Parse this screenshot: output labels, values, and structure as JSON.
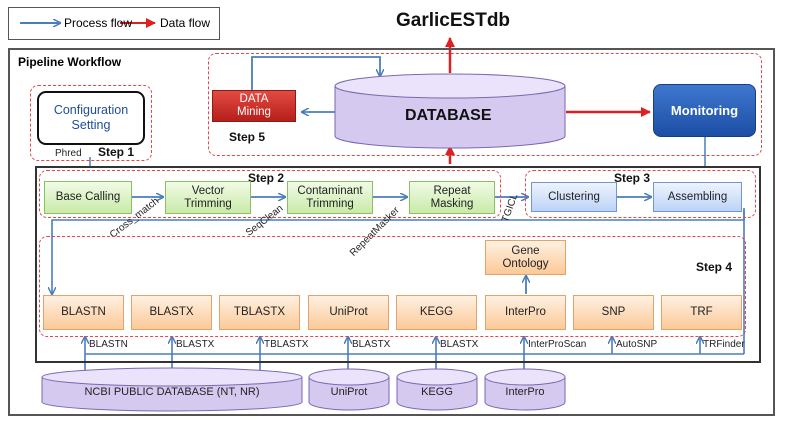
{
  "legend": {
    "process_label": "Process flow",
    "data_label": "Data flow",
    "process_color": "#4a7ebb",
    "data_color": "#e02020"
  },
  "title": "GarlicESTdb",
  "pipeline_label": "Pipeline Workflow",
  "config": {
    "label_line1": "Configuration",
    "label_line2": "Setting",
    "phred": "Phred",
    "step": "Step 1"
  },
  "top": {
    "data_mining_line1": "DATA",
    "data_mining_line2": "Mining",
    "step5": "Step 5",
    "database": "DATABASE",
    "monitoring": "Monitoring"
  },
  "step2": {
    "label": "Step 2",
    "boxes": [
      {
        "line1": "Base Calling",
        "line2": ""
      },
      {
        "line1": "Vector",
        "line2": "Trimming"
      },
      {
        "line1": "Contaminant",
        "line2": "Trimming"
      },
      {
        "line1": "Repeat",
        "line2": "Masking"
      }
    ],
    "tools": [
      "Cross_match",
      "SeqClean",
      "RepeatMasker",
      "TGICL"
    ]
  },
  "step3": {
    "label": "Step 3",
    "boxes": [
      "Clustering",
      "Assembling"
    ]
  },
  "step4": {
    "label": "Step 4",
    "gene_ontology_line1": "Gene",
    "gene_ontology_line2": "Ontology",
    "tools": [
      "BLASTN",
      "BLASTX",
      "TBLASTX",
      "UniProt",
      "KEGG",
      "InterPro",
      "SNP",
      "TRF"
    ],
    "programs": [
      "BLASTN",
      "BLASTX",
      "TBLASTX",
      "BLASTX",
      "BLASTX",
      "InterProScan",
      "AutoSNP",
      "TRFinder"
    ]
  },
  "databases": [
    "NCBI PUBLIC DATABASE (NT, NR)",
    "UniProt",
    "KEGG",
    "InterPro"
  ]
}
